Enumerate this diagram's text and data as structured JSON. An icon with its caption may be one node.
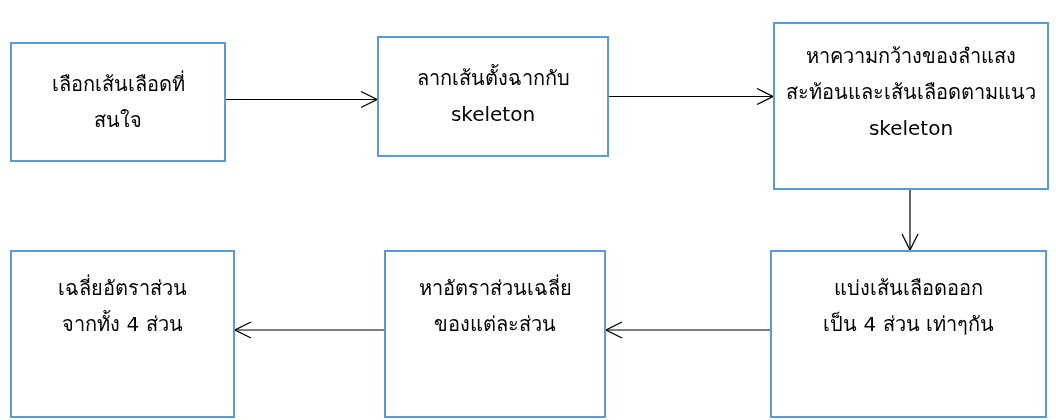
{
  "diagram": {
    "nodes": [
      {
        "text": [
          "เลือกเส้นเลือดที่สนใจ"
        ]
      },
      {
        "text": [
          "ลากเส้นตั้งฉากกับ skeleton"
        ]
      },
      {
        "text": [
          "หาความกว้างของลำแสงสะท้อนและเส้นเลือดตามแนว skeleton"
        ]
      },
      {
        "text": [
          "แบ่งเส้นเลือดออก เป็น 4 ส่วน เท่าๆกัน"
        ]
      },
      {
        "text": [
          "หาอัตราส่วนเฉลี่ย ของแต่ละส่วน"
        ]
      },
      {
        "text": [
          "เฉลี่ยอัตราส่วน จากทั้ง 4 ส่วน"
        ]
      }
    ],
    "edges": [
      {
        "from": 0,
        "to": 1,
        "arrow": "to"
      },
      {
        "from": 1,
        "to": 2,
        "arrow": "to"
      },
      {
        "from": 2,
        "to": 3,
        "arrow": "to"
      },
      {
        "from": 3,
        "to": 4,
        "arrow": "to"
      },
      {
        "from": 4,
        "to": 5,
        "arrow": "to"
      }
    ]
  }
}
